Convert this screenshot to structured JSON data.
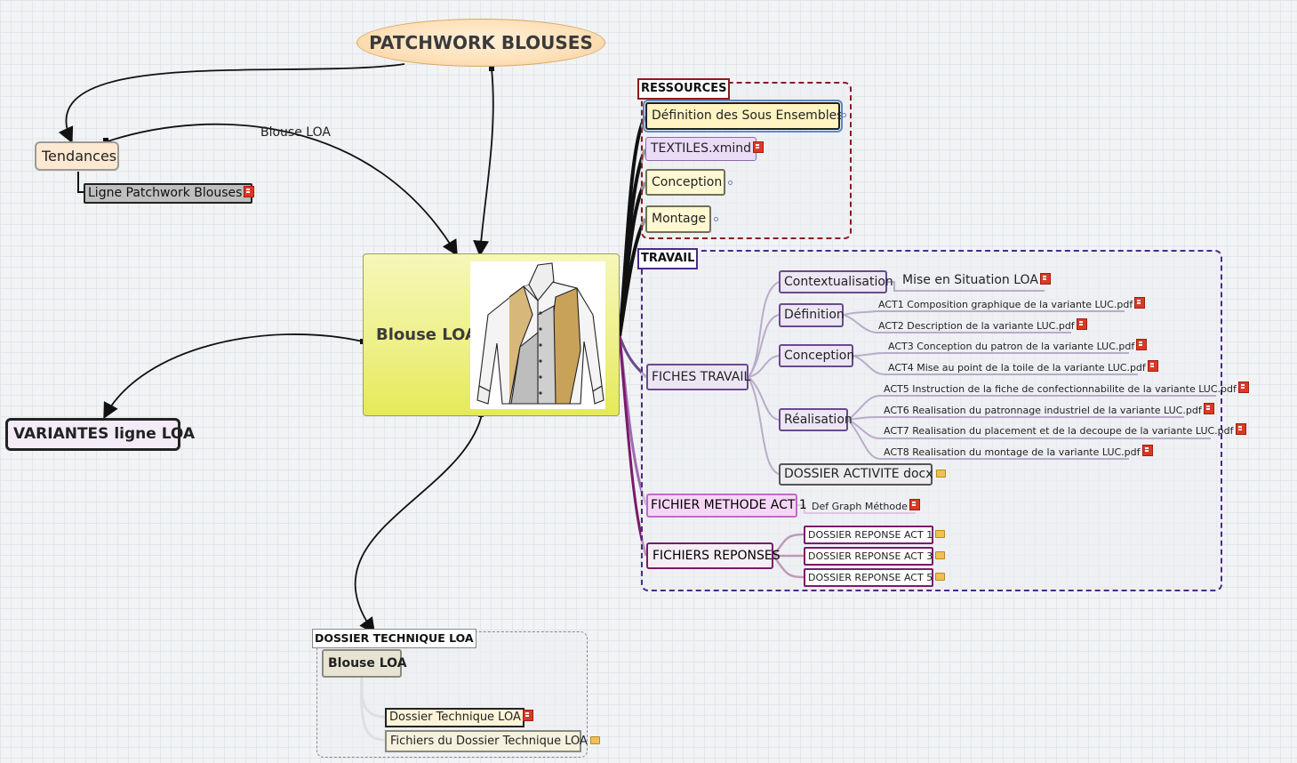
{
  "map": {
    "title": "PATCHWORK BLOUSES",
    "central_topic": "Blouse LOA",
    "relation_label": "Blouse LOA"
  },
  "tendances": {
    "label": "Tendances",
    "child": "Ligne Patchwork Blouses"
  },
  "variantes": {
    "label": "VARIANTES ligne LOA"
  },
  "ressources": {
    "frame_label": "RESSOURCES",
    "items": [
      "Définition des Sous Ensembles",
      "TEXTILES.xmind",
      "Conception",
      "Montage"
    ]
  },
  "travail": {
    "frame_label": "TRAVAIL",
    "fiches_travail": {
      "label": "FICHES TRAVAIL",
      "contextualisation": {
        "label": "Contextualisation",
        "child": "Mise en Situation LOA"
      },
      "definition": {
        "label": "Définition",
        "children": [
          "ACT1 Composition graphique de la variante LUC.pdf",
          "ACT2 Description de la variante LUC.pdf"
        ]
      },
      "conception": {
        "label": "Conception",
        "children": [
          "ACT3 Conception du patron de la variante LUC.pdf",
          "ACT4 Mise au point de la toile de la variante LUC.pdf"
        ]
      },
      "realisation": {
        "label": "Réalisation",
        "children": [
          "ACT5 Instruction de la fiche de confectionnabilite de la variante LUC.pdf",
          "ACT6 Realisation du patronnage industriel de la variante LUC.pdf",
          "ACT7 Realisation du placement et de la decoupe de la variante LUC.pdf",
          "ACT8 Realisation du montage de la variante LUC.pdf"
        ]
      },
      "dossier_activite": "DOSSIER ACTIVITE docx"
    },
    "fichier_methode": {
      "label": "FICHIER METHODE ACT 1",
      "child": "Def Graph Méthode"
    },
    "fichiers_reponses": {
      "label": "FICHIERS REPONSES",
      "children": [
        "DOSSIER REPONSE ACT 1",
        "DOSSIER REPONSE ACT 3",
        "DOSSIER REPONSE ACT 5"
      ]
    }
  },
  "dossier_technique": {
    "frame_label": "DOSSIER TECHNIQUE LOA",
    "node": "Blouse LOA",
    "children": [
      "Dossier Technique LOA",
      "Fichiers du Dossier Technique LOA"
    ]
  },
  "icons": {
    "attachment": "pdf-attachment-icon",
    "folder": "folder-icon",
    "collapse": "expand-toggle-icon"
  },
  "colors": {
    "ressources_frame": "#8b1c1c",
    "travail_frame": "#4b2a86",
    "central_fill": "#eef08a",
    "title_fill": "#fde0b8"
  }
}
